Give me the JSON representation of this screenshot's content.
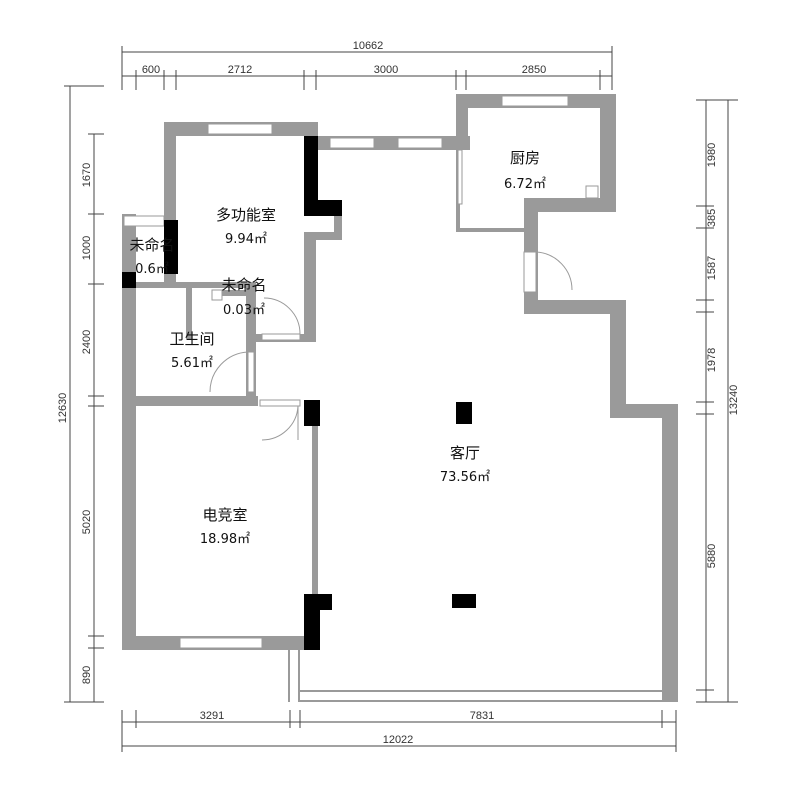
{
  "dimensions": {
    "top_total": "10662",
    "top_segments": [
      "600",
      "2712",
      "3000",
      "2850"
    ],
    "bottom_total": "12022",
    "bottom_segments": [
      "3291",
      "7831"
    ],
    "left_total": "12630",
    "left_segments": [
      "1670",
      "1000",
      "2400",
      "5020",
      "890"
    ],
    "right_total": "13240",
    "right_segments": [
      "1980",
      "385",
      "1587",
      "1978",
      "5880"
    ]
  },
  "rooms": {
    "kitchen": {
      "name": "厨房",
      "area": "6.72㎡"
    },
    "multi": {
      "name": "多功能室",
      "area": "9.94㎡"
    },
    "unnamed1": {
      "name": "未命名",
      "area": "0.6㎡"
    },
    "unnamed2": {
      "name": "未命名",
      "area": "0.03㎡"
    },
    "bath": {
      "name": "卫生间",
      "area": "5.61㎡"
    },
    "living": {
      "name": "客厅",
      "area": "73.56㎡"
    },
    "esports": {
      "name": "电竞室",
      "area": "18.98㎡"
    }
  },
  "colors": {
    "wall": "#9a9a9a",
    "pillar": "#000000"
  }
}
